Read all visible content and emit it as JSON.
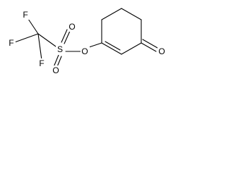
{
  "molecule": {
    "atoms": {
      "f1": "F",
      "f2": "F",
      "f3": "F",
      "s": "S",
      "o_s_top": "O",
      "o_s_bottom": "O",
      "o_ester": "O",
      "o_ketone": "O"
    }
  }
}
